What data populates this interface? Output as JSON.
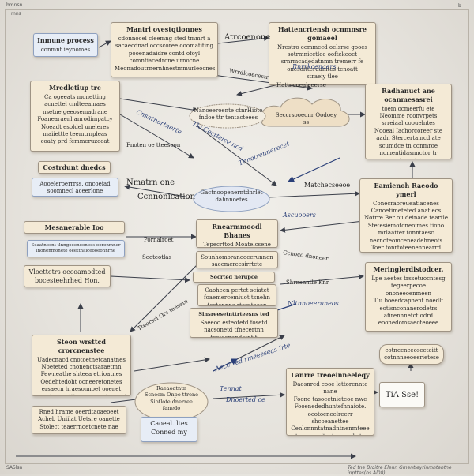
{
  "corners": {
    "top_left": "hmnsn",
    "top_left_sub": "mns",
    "top_right": "b",
    "bottom_left": "SA5lsn",
    "bottom_right": "Ted tne Broitre Elenn Gmentieyrinmntentne inpttes(bs Al08)"
  },
  "notes": {
    "human_process": {
      "title": "Inmune process",
      "body": "conmnt ieynomes"
    },
    "top_center": {
      "title": "Mantrl ovestqtionnes",
      "body": "cdonnocel cleemng sted tmmrt a\nsacaecdnad occscoree ooomatiting\npooenadaidre contd ofoyl\ncomntiacedrone urnocne\nMeonadoutrnernhnestmmurleocnes"
    },
    "top_right": {
      "title": "Hattencrtensh ocnmnsre gomaeel",
      "body": "Nrestro ecmmecd oelsrse gooes\nsotrmnicctlee ooftckeoet\nsrnrmcadedatnmn tremerr fe\nonesoitterdamtes tenoatt\nstraeiy tlee"
    },
    "left_middle": {
      "title": "Mredletiup tre",
      "body": "Ca ogeeats monetting\nacnettel cndteeamaes\nnsetne geeosemadrane\nFoanearaenl anrodimpatcy\nNoeadt esoldel uneleres\nmaiiettte teemtrnpleas\ncoaty prd femmeruzeeat"
    },
    "right_top": {
      "title": "Radhanuct ane ocanmesasrei",
      "body": "toem ocmeerfu ete\nNeomme roonvrpets\nsrreiaal coouelntes\nNooeal Iachorcoreer ste\naadn Stercertamcd ate\nscumdce tn conmroe\nnomentidasnnctor tr\nso eaeetcnactcoanats\nnomneet sogcuroadtte"
    },
    "contrl": {
      "title": "Costrdunt dnedcs",
      "body": ""
    },
    "left_blue_box": {
      "title": "",
      "body": "Aooeleroerrrss. oncoeiad\nsoomnecl aceerlone mcoaeeel"
    },
    "measurable": {
      "title": "Mesanerable Ioo rrechinnes",
      "body": ""
    },
    "left_small_blue": {
      "title": "",
      "body": "Seaatnocnt tlnngooenoonees oerenmner\nlnonenmonete oeettnaiceooeonnrne"
    },
    "vonet": {
      "title": "",
      "body": "Vloettetrs oecoamodted\nbocesteehrhed Hon."
    },
    "center_top_list": {
      "title": "Rnearmmoodl Bhanes",
      "body": "Tepecrttod Moatelcsene\nGayal Slar Foeceeteso"
    },
    "center_mid_list": {
      "title": "",
      "body": "Sounhomoraneoecrunnen\nsaecmcreesirrtcte"
    },
    "center_small": {
      "title": "Socrted nerupce fhrenanucit",
      "body": ""
    },
    "center_lower": {
      "title": "",
      "body": "Caoheen pertet seiatet\nfoaemercemiuot tsnehn\nteetannns rterotooen"
    },
    "center_bottom": {
      "title": "Sinsreesetnttrteesns ted",
      "body": "Saeeoo esteotetd fosetd\nnacsonetd tfnecertnn\nteeteanandetntit tenooedseet"
    },
    "right_mid": {
      "title": "Eamienoh Raeodo ymerl",
      "body": "Conecraoreueatiacenes\nCanoetimeteted anatlecs\nNotrre Ber ou deinade teartle\nStetesiemotoneoimes tiono\nmrlaatter tonntaesc\nnecnoteomceneadehneots\nToer tonrtoteenennearrd\noccemtes mtrece ote\nOeceronrcnent alfeeoreaasee"
    },
    "right_lower": {
      "title": "Meringlerdistodcer.",
      "body": "Lpe aeetes trssetuocntesg\ntegeerpecoe ononeeoenmeen\nT u boeedcapnent noedlt\neotisnconanerodetrs\nafirennnetct odrd\neoonedomsaeoteoeee"
    },
    "bottom_left": {
      "title": "Steon wrsttcd crorcnenstee",
      "body": "Uadecnacd cnotoetnetcanatnes\nNoeteted cnonenctsaraetmn\nFewneathe shteea etrioatnes\nOedehtedoht ooneeretonetes\nersaecn hraesonnoet ooenet\nnonetnsannttt eonynoe otceneet"
    },
    "bottom_left_small": {
      "title": "",
      "body": "Rned hrame oeerdtaoaeoeet\nAcheb Uniilat Uetsre oanette\nStolect teaerrnoetcnete nae"
    },
    "bottom_center": {
      "title": "",
      "body": "Caoeal. ltes\nConned my"
    },
    "bottom_right_box": {
      "title": "Lanrre treoeinneeleqy",
      "body": "Daosnred cooe lettorennte nane\nFoone tasoeetnieteoe nwe\nFooenededhuntefhnaiote.\nocotocneelreerr shcoeanettee\nCenlonnntatnadntnenmteee\ntnoeeepoiteetnneo ehcte fise"
    },
    "tase_box": {
      "title": "",
      "body": "TiA Sse!"
    },
    "scroll_right": {
      "title": "",
      "body": "cotnecnceoseeteitt\ncotnnneeoeerietese"
    }
  },
  "clouds": {
    "center": "Gactnoopenerntdnrlet\ndahnnoetes",
    "right": "Seccrsooeonr Oodoey ss",
    "upper_center": "Nanoeeroente ctnrHioto\nfndoe ttr tentacteees",
    "bottom_center": "Raeaoatntn\nScneem Onpo ttrene\nSiotlote dnerree\nfanedo"
  },
  "labels": {
    "atrcoenone": "Atrcoenone",
    "ninatm_one": "Nmatrn one",
    "connonication": "Ccnnonication",
    "matcheaeonoe": "Matchecseeoe",
    "pornalroet": "Pornalroet",
    "wrdlcdoesr": "Wrrdlcoecestr",
    "huttnoeadse": "Hattnooealeeerse",
    "blue_diag_1": "Tlo Cecttelee ncd",
    "blue_diag_2": "Cnsntnortnerte",
    "blue_mid": "Tnnotrennerecet",
    "ascuoons": "Ascuooers",
    "ccnoco": "Ccnoco dnoneer",
    "seeteo": "Seeteotlas",
    "niltlan": "Nltnnoeeraneos",
    "shrnsrntle": "Shrnsnntle Knr",
    "tteorscl": "Tteorscl Ors teesetn",
    "aseerted": "Aeccrted rmeeeseas Irte",
    "tas_label": "Tennat",
    "dnoerted": "Dnoerted ce",
    "fnotenoet": "Fnoten oe tteeseon",
    "blue_right_small": "Rnrrkcenaers"
  },
  "colors": {
    "paper": "#f4ead6",
    "blue_note": "#e7edf6",
    "arrow": "#3b3f4a",
    "blue_ink": "#2a3f78",
    "cloud": "#eedfc6",
    "cloud_blue": "#e3e8f3"
  }
}
